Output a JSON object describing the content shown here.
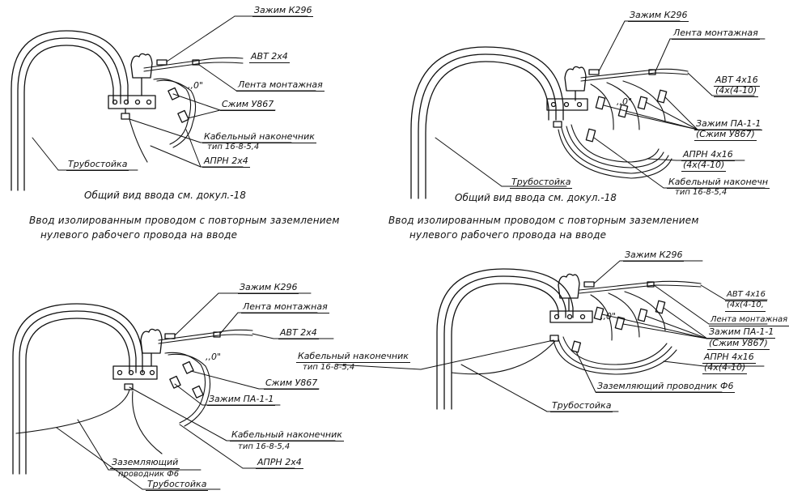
{
  "diagrams": [
    {
      "labels": {
        "clamp": "Зажим К296",
        "tape": "Лента монтажная",
        "wire": "АВТ 2х4",
        "squeeze": "Сжим У867",
        "lug_title": "Кабельный наконечник",
        "lug_type": "тип 16-8-5,4",
        "aprn": "АПРН 2х4",
        "pipe": "Трубостойка",
        "zero": ",,0\""
      },
      "caption": "Общий вид ввода см. докул.-18",
      "note_line1": "Ввод изолированным проводом с повторным заземлением",
      "note_line2": "нулевого рабочего провода на вводе"
    },
    {
      "labels": {
        "clamp": "Зажим К296",
        "tape": "Лента монтажная",
        "wire1": "АВТ 4х16",
        "wire2": "(4х(4-10)",
        "pa1": "Зажим ПА-1-1",
        "pa2": "(Сжим У867)",
        "aprn1": "АПРН 4х16",
        "aprn2": "(4х(4-10)",
        "lug_title": "Кабельный наконечн",
        "lug_type": "тип 16-8-5,4",
        "pipe": "Трубостойка",
        "zero": ",,0\""
      },
      "caption": "Общий вид ввода см. докул.-18",
      "note_line1": "Ввод изолированным проводом с повторным заземлением",
      "note_line2": "нулевого рабочего провода на вводе"
    },
    {
      "labels": {
        "clamp": "Зажим К296",
        "tape": "Лента монтажная",
        "wire": "АВТ 2х4",
        "lug_title": "Кабельный наконечник",
        "lug_type": "тип 16-8-5,4",
        "squeeze": "Сжим У867",
        "pa": "Зажим ПА-1-1",
        "lug2_title": "Кабельный наконечник",
        "lug2_type": "тип 16-8-5,4",
        "ground1": "Заземляющий",
        "ground2": "проводник Ф6",
        "aprn": "АПРН 2х4",
        "pipe": "Трубостойка",
        "zero": ",,0\""
      }
    },
    {
      "labels": {
        "clamp": "Зажим К296",
        "wire1": "АВТ 4х16",
        "wire2": "(4х(4-10,",
        "tape": "Лента монтажная",
        "pa1": "Зажим ПА-1-1",
        "pa2": "(Сжим У867)",
        "aprn1": "АПРН 4х16",
        "aprn2": "(4х(4-10)",
        "ground": "Заземляющий проводник Ф6",
        "pipe": "Трубостойка",
        "zero": ",,0\""
      }
    }
  ]
}
